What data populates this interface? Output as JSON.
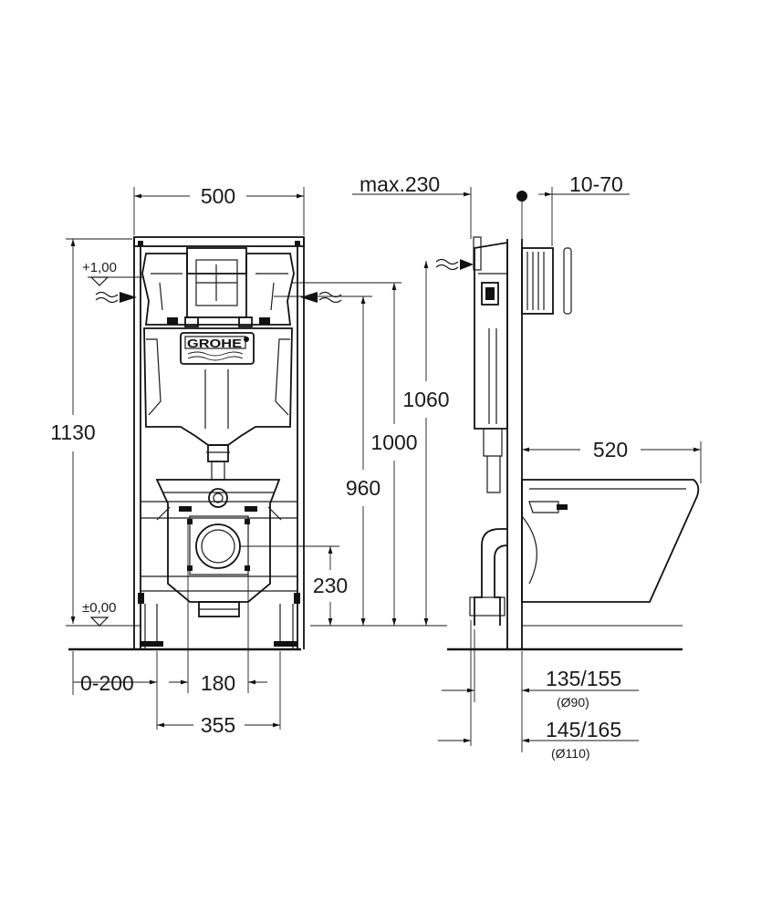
{
  "front_view": {
    "width_label": "500",
    "height_label": "1130",
    "level_top_label": "+1,00",
    "level_zero_label": "±0,00",
    "logo_text": "GROHE",
    "inlet_height_label": "1000",
    "flush_height_label": "1060",
    "pipe_height_label": "960",
    "drain_height_label": "230",
    "offset_label": "0-200",
    "bolt_spacing_label": "180",
    "foot_spacing_label": "355"
  },
  "side_view": {
    "depth_label": "max.230",
    "plate_label": "10-70",
    "bowl_length_label": "520",
    "outlet_90_label": "135/155",
    "outlet_90_note": "(Ø90)",
    "outlet_110_label": "145/165",
    "outlet_110_note": "(Ø110)"
  }
}
